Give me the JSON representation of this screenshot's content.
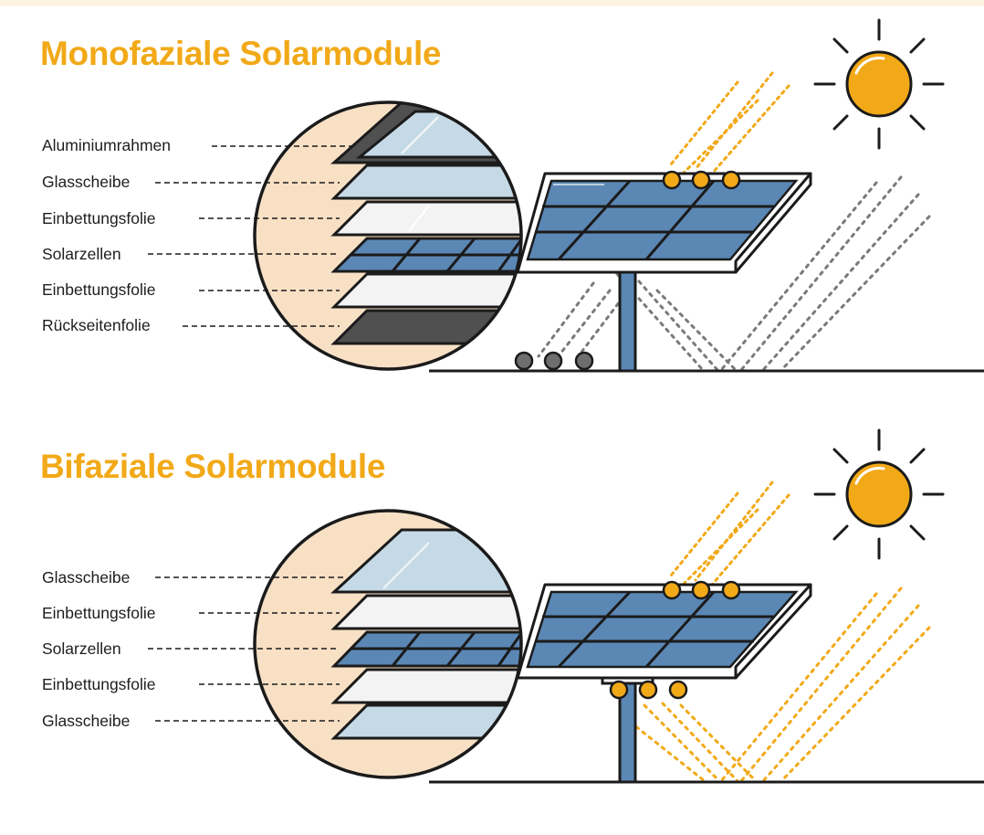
{
  "colors": {
    "accent": "#f2a918",
    "cell_blue": "#5b87b4",
    "glass": "#c5d9e6",
    "film": "#f3f3f3",
    "backsheet": "#505050",
    "skin": "#f8e0c5",
    "outline": "#1b1b1b"
  },
  "monofacial": {
    "title": "Monofaziale Solarmodule",
    "layers": [
      "Aluminiumrahmen",
      "Glasscheibe",
      "Einbettungsfolie",
      "Solarzellen",
      "Einbettungsfolie",
      "Rückseitenfolie"
    ]
  },
  "bifacial": {
    "title": "Bifaziale Solarmodule",
    "layers": [
      "Glasscheibe",
      "Einbettungsfolie",
      "Solarzellen",
      "Einbettungsfolie",
      "Glasscheibe"
    ]
  },
  "icons": [
    "sun-icon",
    "sun-icon",
    "solar-panel-icon",
    "solar-panel-icon"
  ]
}
